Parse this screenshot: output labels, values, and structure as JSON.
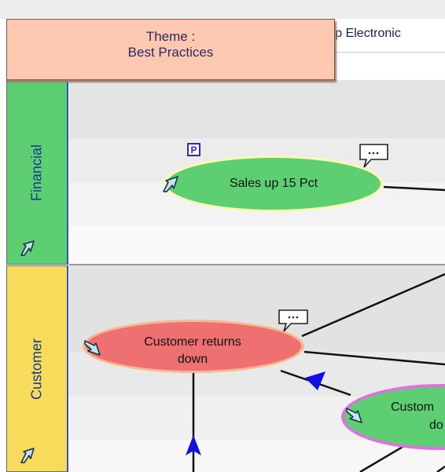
{
  "header": {
    "text": "orp Electronic"
  },
  "theme": {
    "line1": "Theme :",
    "line2": "Best Practices"
  },
  "lanes": [
    {
      "label": "Financial",
      "color": "#5dcf72"
    },
    {
      "label": "Customer",
      "color": "#f7dc5c"
    }
  ],
  "nodes": {
    "sales": {
      "label": "Sales up 15 Pct",
      "fill": "#5dcf72",
      "border": "#fafab0",
      "badge": "P"
    },
    "returns": {
      "label_line1": "Customer returns",
      "label_line2": "down",
      "fill": "#ee7070",
      "border": "#f8b890"
    },
    "custom": {
      "label_line1": "Custom",
      "label_line2": "do",
      "fill": "#5dcf72",
      "border": "#e070e0"
    }
  },
  "icons": {
    "comment": "comment-icon",
    "link": "link-arrow-icon",
    "badge": "p-badge-icon"
  },
  "colors": {
    "arrow": "#1010e0",
    "line": "#111111"
  }
}
